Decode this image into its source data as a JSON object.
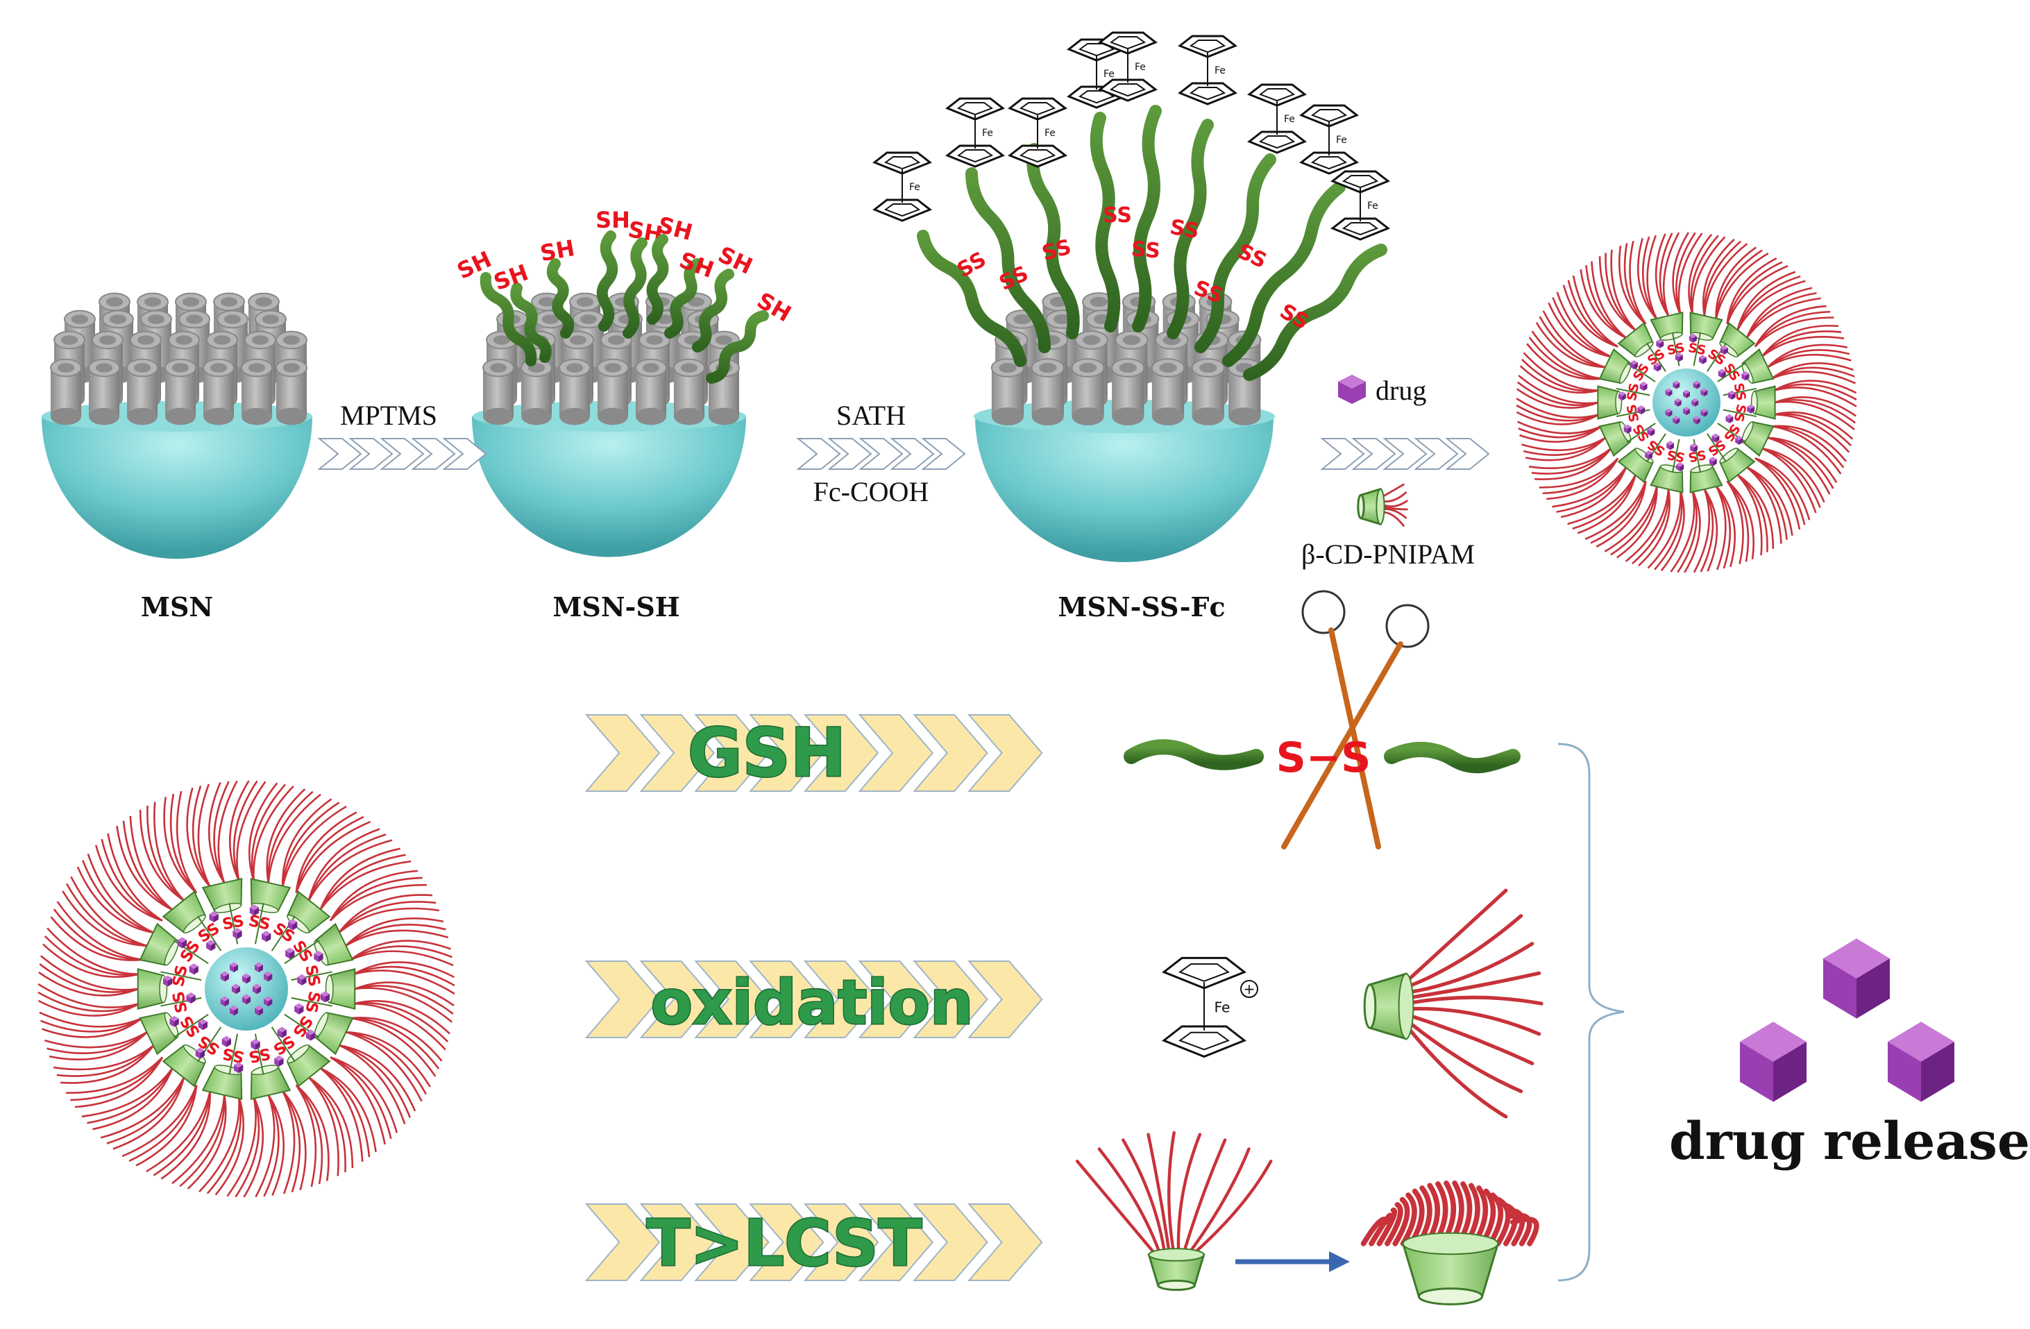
{
  "figure": {
    "stages": [
      {
        "label": "MSN"
      },
      {
        "label": "MSN-SH"
      },
      {
        "label": "MSN-SS-Fc"
      }
    ],
    "reagents": {
      "step1": "MPTMS",
      "step2_top": "SATH",
      "step2_bottom": "Fc-COOH",
      "step3_drug": "drug",
      "step3_polymer": "β-CD-PNIPAM"
    },
    "group_labels": {
      "thiol": "SH",
      "disulfide": "SS",
      "iron": "Fe",
      "cleaved_bond": "S−S"
    },
    "stimuli": [
      {
        "label": "GSH"
      },
      {
        "label": "oxidation"
      },
      {
        "label": "T>LCST"
      }
    ],
    "result": "drug release",
    "colors": {
      "sphere": "#6cc9cc",
      "pore": "#a3a3a3",
      "chain": "#3e7a2a",
      "sulfur": "#e8141e",
      "pnipam": "#c8323a",
      "cyclodextrin": "#9bd07f",
      "drug": "#9a3fb1",
      "arrow_fill": "#fbe7a8",
      "stimulus_text": "#2e9a4a",
      "bond_cross": "#c8651c"
    }
  }
}
